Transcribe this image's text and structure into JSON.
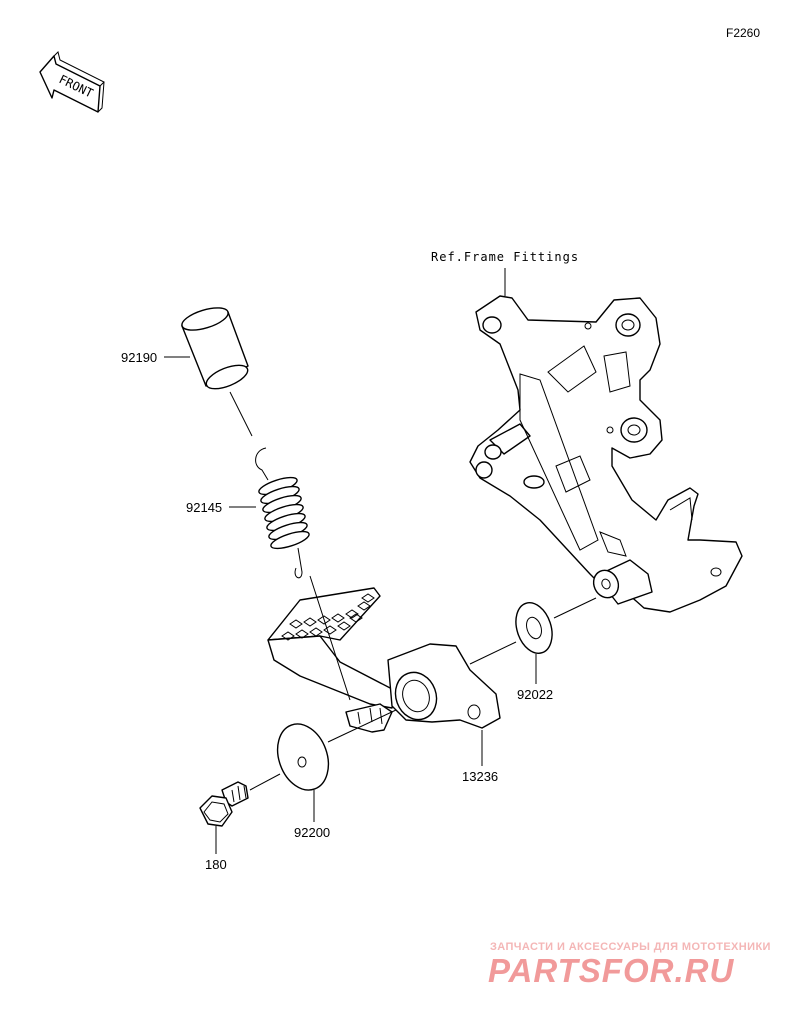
{
  "figure_code": "F2260",
  "front_arrow_text": "FRONT",
  "ref_label": "Ref.Frame Fittings",
  "parts": [
    {
      "number": "92190",
      "name": "collar"
    },
    {
      "number": "92145",
      "name": "spring"
    },
    {
      "number": "92022",
      "name": "washer"
    },
    {
      "number": "13236",
      "name": "brake-pedal"
    },
    {
      "number": "92200",
      "name": "washer"
    },
    {
      "number": "180",
      "name": "bolt"
    }
  ],
  "watermark": {
    "tagline": "ЗАПЧАСТИ И АКСЕССУАРЫ ДЛЯ МОТОТЕХНИКИ",
    "logo": "PARTSFOR.RU"
  },
  "colors": {
    "line": "#000000",
    "watermark": "#f19a9a"
  }
}
